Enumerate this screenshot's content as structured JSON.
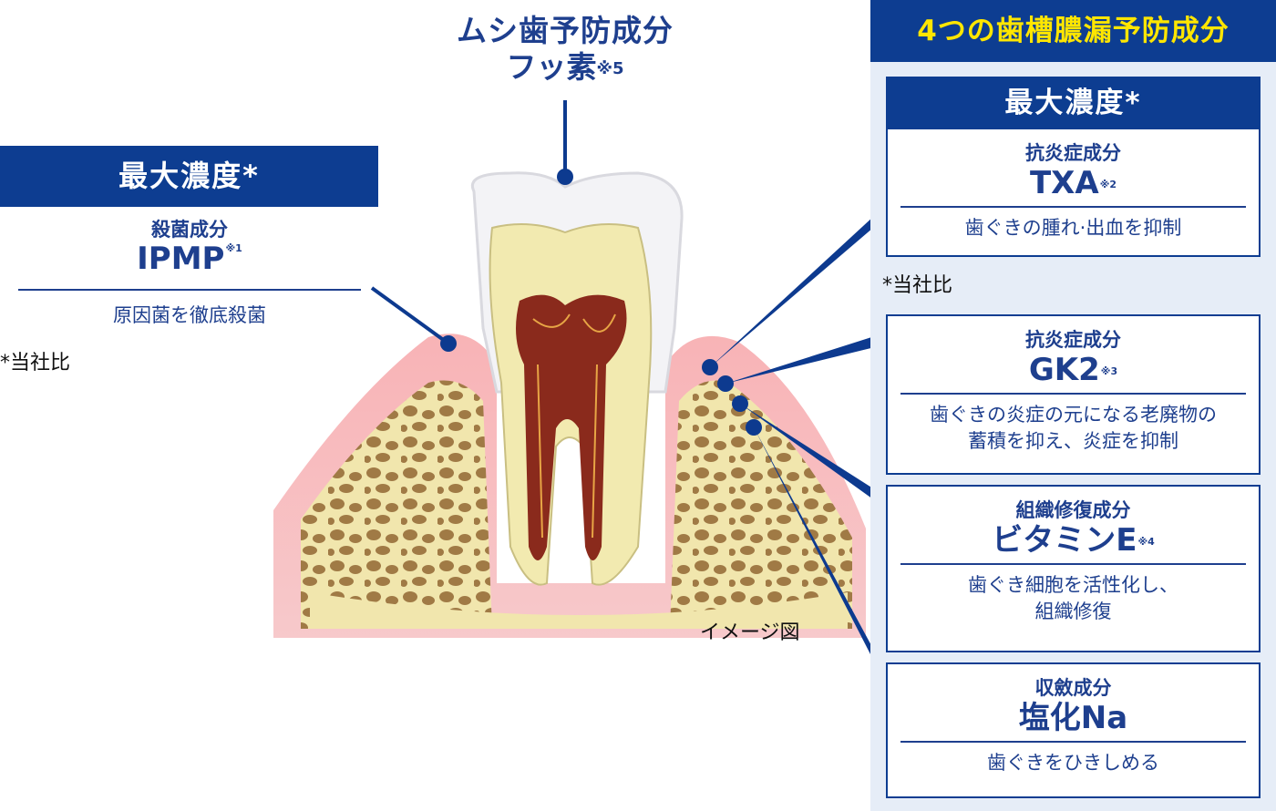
{
  "fluoride": {
    "line1": "ムシ歯予防成分",
    "line2": "フッ素",
    "note": "※5"
  },
  "left": {
    "header": "最大濃度*",
    "category": "殺菌成分",
    "name": "IPMP",
    "note": "※1",
    "description": "原因菌を徹底殺菌",
    "footnote": "*当社比"
  },
  "right": {
    "title": "4つの歯槽膿漏予防成分",
    "header": "最大濃度*",
    "footnote": "*当社比",
    "items": [
      {
        "category": "抗炎症成分",
        "name": "TXA",
        "note": "※2",
        "desc1": "歯ぐきの腫れ·出血を抑制",
        "desc2": ""
      },
      {
        "category": "抗炎症成分",
        "name": "GK2",
        "note": "※3",
        "desc1": "歯ぐきの炎症の元になる老廃物の",
        "desc2": "蓄積を抑え、炎症を抑制"
      },
      {
        "category": "組織修復成分",
        "name": "ビタミンE",
        "note": "※4",
        "desc1": "歯ぐき細胞を活性化し、",
        "desc2": "組織修復"
      },
      {
        "category": "収斂成分",
        "name": "塩化Na",
        "note": "",
        "desc1": "歯ぐきをひきしめる",
        "desc2": ""
      }
    ]
  },
  "image_label": "イメージ図",
  "colors": {
    "navy": "#0d3d91",
    "title_yellow": "#ffe600",
    "panel_bg": "#e6edf7",
    "gum": "#f4a9ad",
    "bone": "#efe6b0",
    "pulp": "#8a2a1c"
  }
}
